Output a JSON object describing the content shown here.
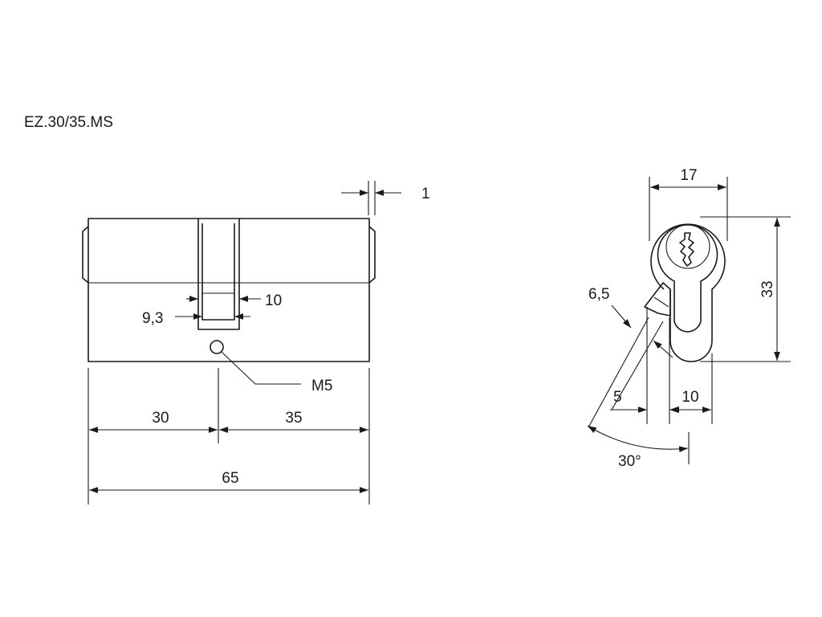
{
  "drawing": {
    "title": "EZ.30/35.MS",
    "side_view": {
      "dim_cam_gap": "1",
      "dim_slot_width": "10",
      "dim_slot_depth": "9,3",
      "screw_thread": "M5",
      "dim_left_length": "30",
      "dim_right_length": "35",
      "dim_total_length": "65"
    },
    "front_view": {
      "dim_head_width": "17",
      "dim_total_height": "33",
      "dim_cam_thickness": "6,5",
      "dim_cam_offset": "5",
      "dim_body_width": "10",
      "dim_cam_angle": "30°"
    }
  }
}
